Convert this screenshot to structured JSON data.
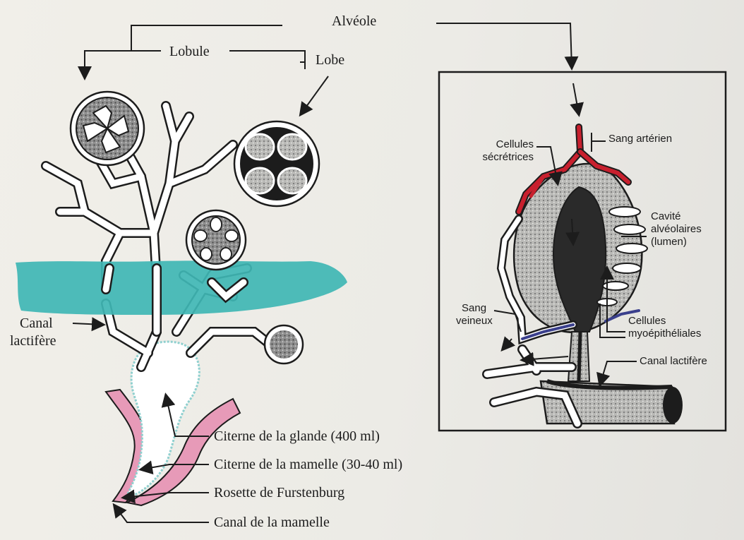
{
  "labels": {
    "alveole": "Alvéole",
    "lobule": "Lobule",
    "lobe": "Lobe",
    "canal_lactifere_left_1": "Canal",
    "canal_lactifere_left_2": "lactifère",
    "citerne_glande": "Citerne de la glande (400 ml)",
    "citerne_mamelle": "Citerne de la mamelle (30-40 ml)",
    "rosette": "Rosette de Furstenburg",
    "canal_mamelle": "Canal de la mamelle",
    "sang_arteriel": "Sang artérien",
    "cellules_secretrices_1": "Cellules",
    "cellules_secretrices_2": "sécrétrices",
    "cavite_1": "Cavité",
    "cavite_2": "alvéolaires",
    "cavite_3": "(lumen)",
    "sang_veineux_1": "Sang",
    "sang_veineux_2": "veineux",
    "myo_1": "Cellules",
    "myo_2": "myoépithéliales",
    "canal_lactifere_right": "Canal lactifère"
  },
  "colors": {
    "teal_band": "#3fb6b4",
    "pink_teat": "#e79ab8",
    "artery_red": "#c8202e",
    "vein_blue": "#3a3f8c",
    "ink": "#1c1c1c"
  }
}
